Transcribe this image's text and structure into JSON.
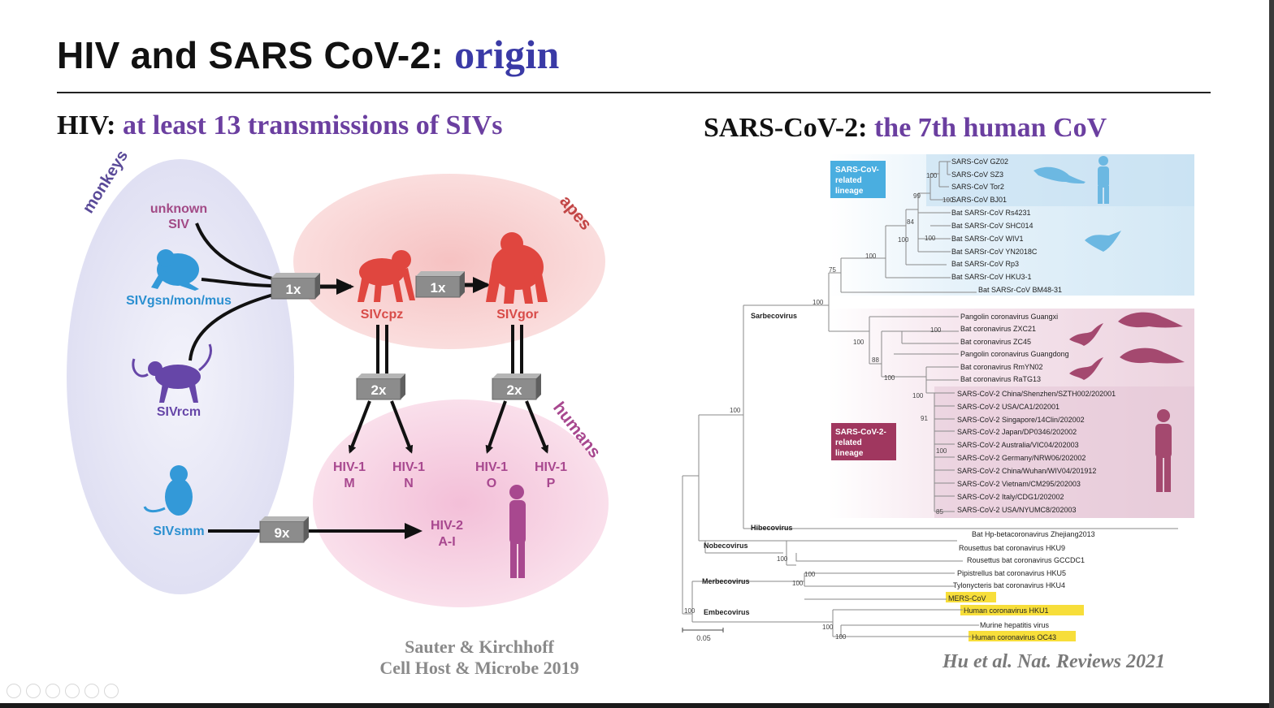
{
  "slide": {
    "title_main": "HIV and SARS CoV-2: ",
    "title_accent": "origin"
  },
  "hiv": {
    "heading_main": "HIV: ",
    "heading_accent": "at least 13 transmissions of SIVs",
    "citation_line1": "Sauter & Kirchhoff",
    "citation_line2": "Cell Host & Microbe 2019",
    "zones": {
      "monkeys": "monkeys",
      "apes": "apes",
      "humans": "humans"
    },
    "monkeys": {
      "unknown_line1": "unknown",
      "unknown_line2": "SIV",
      "gsn": "SIVgsn/mon/mus",
      "rcm": "SIVrcm",
      "smm": "SIVsmm"
    },
    "apes": {
      "cpz": "SIVcpz",
      "gor": "SIVgor"
    },
    "boxes": {
      "monkey_to_cpz": "1x",
      "cpz_to_gor": "1x",
      "cpz_to_human": "2x",
      "gor_to_human": "2x",
      "smm_to_human": "9x"
    },
    "humans": [
      {
        "line1": "HIV-1",
        "line2": "M"
      },
      {
        "line1": "HIV-1",
        "line2": "N"
      },
      {
        "line1": "HIV-1",
        "line2": "O"
      },
      {
        "line1": "HIV-1",
        "line2": "P"
      },
      {
        "line1": "HIV-2",
        "line2": "A-I"
      }
    ],
    "colors": {
      "monkey_blue": "#2a8fd0",
      "monkey_purple": "#6646a8",
      "ape_red": "#d84b48",
      "human_magenta": "#a8488f",
      "box_gray": "#8c8c8c"
    }
  },
  "sars": {
    "heading_main": "SARS-CoV-2: ",
    "heading_accent": "the 7th human CoV",
    "citation": "Hu et al. Nat. Reviews 2021",
    "lineage_boxes": {
      "sars_line1": "SARS-CoV-",
      "sars_line2": "related",
      "sars_line3": "lineage",
      "sars2_line1": "SARS-CoV-2-",
      "sars2_line2": "related",
      "sars2_line3": "lineage"
    },
    "groups": {
      "sarbecovirus": "Sarbecovirus",
      "hibecovirus": "Hibecovirus",
      "nobecovirus": "Nobecovirus",
      "merbecovirus": "Merbecovirus",
      "embecovirus": "Embecovirus"
    },
    "sars_related": [
      "SARS-CoV GZ02",
      "SARS-CoV SZ3",
      "SARS-CoV Tor2",
      "SARS-CoV BJ01",
      "Bat SARSr-CoV Rs4231",
      "Bat SARSr-CoV SHC014",
      "Bat SARSr-CoV WIV1",
      "Bat SARSr-CoV YN2018C",
      "Bat SARSr-CoV Rp3",
      "Bat SARSr-CoV HKU3-1",
      "Bat SARSr-CoV BM48-31"
    ],
    "sars2_related_animals": [
      "Pangolin coronavirus Guangxi",
      "Bat coronavirus ZXC21",
      "Bat coronavirus ZC45",
      "Pangolin coronavirus Guangdong",
      "Bat coronavirus RmYN02",
      "Bat coronavirus RaTG13"
    ],
    "sars2_human": [
      "SARS-CoV-2 China/Shenzhen/SZTH002/202001",
      "SARS-CoV-2 USA/CA1/202001",
      "SARS-CoV-2 Singapore/14Clin/202002",
      "SARS-CoV-2 Japan/DP0346/202002",
      "SARS-CoV-2 Australia/VIC04/202003",
      "SARS-CoV-2 Germany/NRW06/202002",
      "SARS-CoV-2 China/Wuhan/WIV04/201912",
      "SARS-CoV-2 Vietnam/CM295/202003",
      "SARS-CoV-2 Italy/CDG1/202002",
      "SARS-CoV-2 USA/NYUMC8/202003"
    ],
    "others": [
      "Bat Hp-betacoronavirus Zhejiang2013",
      "Rousettus bat coronavirus HKU9",
      "Rousettus bat coronavirus GCCDC1",
      "Pipistrellus bat coronavirus HKU5",
      "Tylonycteris bat coronavirus HKU4",
      "MERS-CoV",
      "Human coronavirus HKU1",
      "Murine hepatitis virus",
      "Human coronavirus OC43"
    ],
    "bootstrap": {
      "b100": "100",
      "b99": "99",
      "b84": "84",
      "b75": "75",
      "b88": "88",
      "b91": "91",
      "b85": "85"
    },
    "scale_label": "0.05",
    "colors": {
      "sars_band": "#d7ebf7",
      "sars_box": "#4aaee0",
      "sars2_band": "#efd8e4",
      "sars2_box": "#a0375f",
      "highlight": "#f7de3a"
    }
  }
}
